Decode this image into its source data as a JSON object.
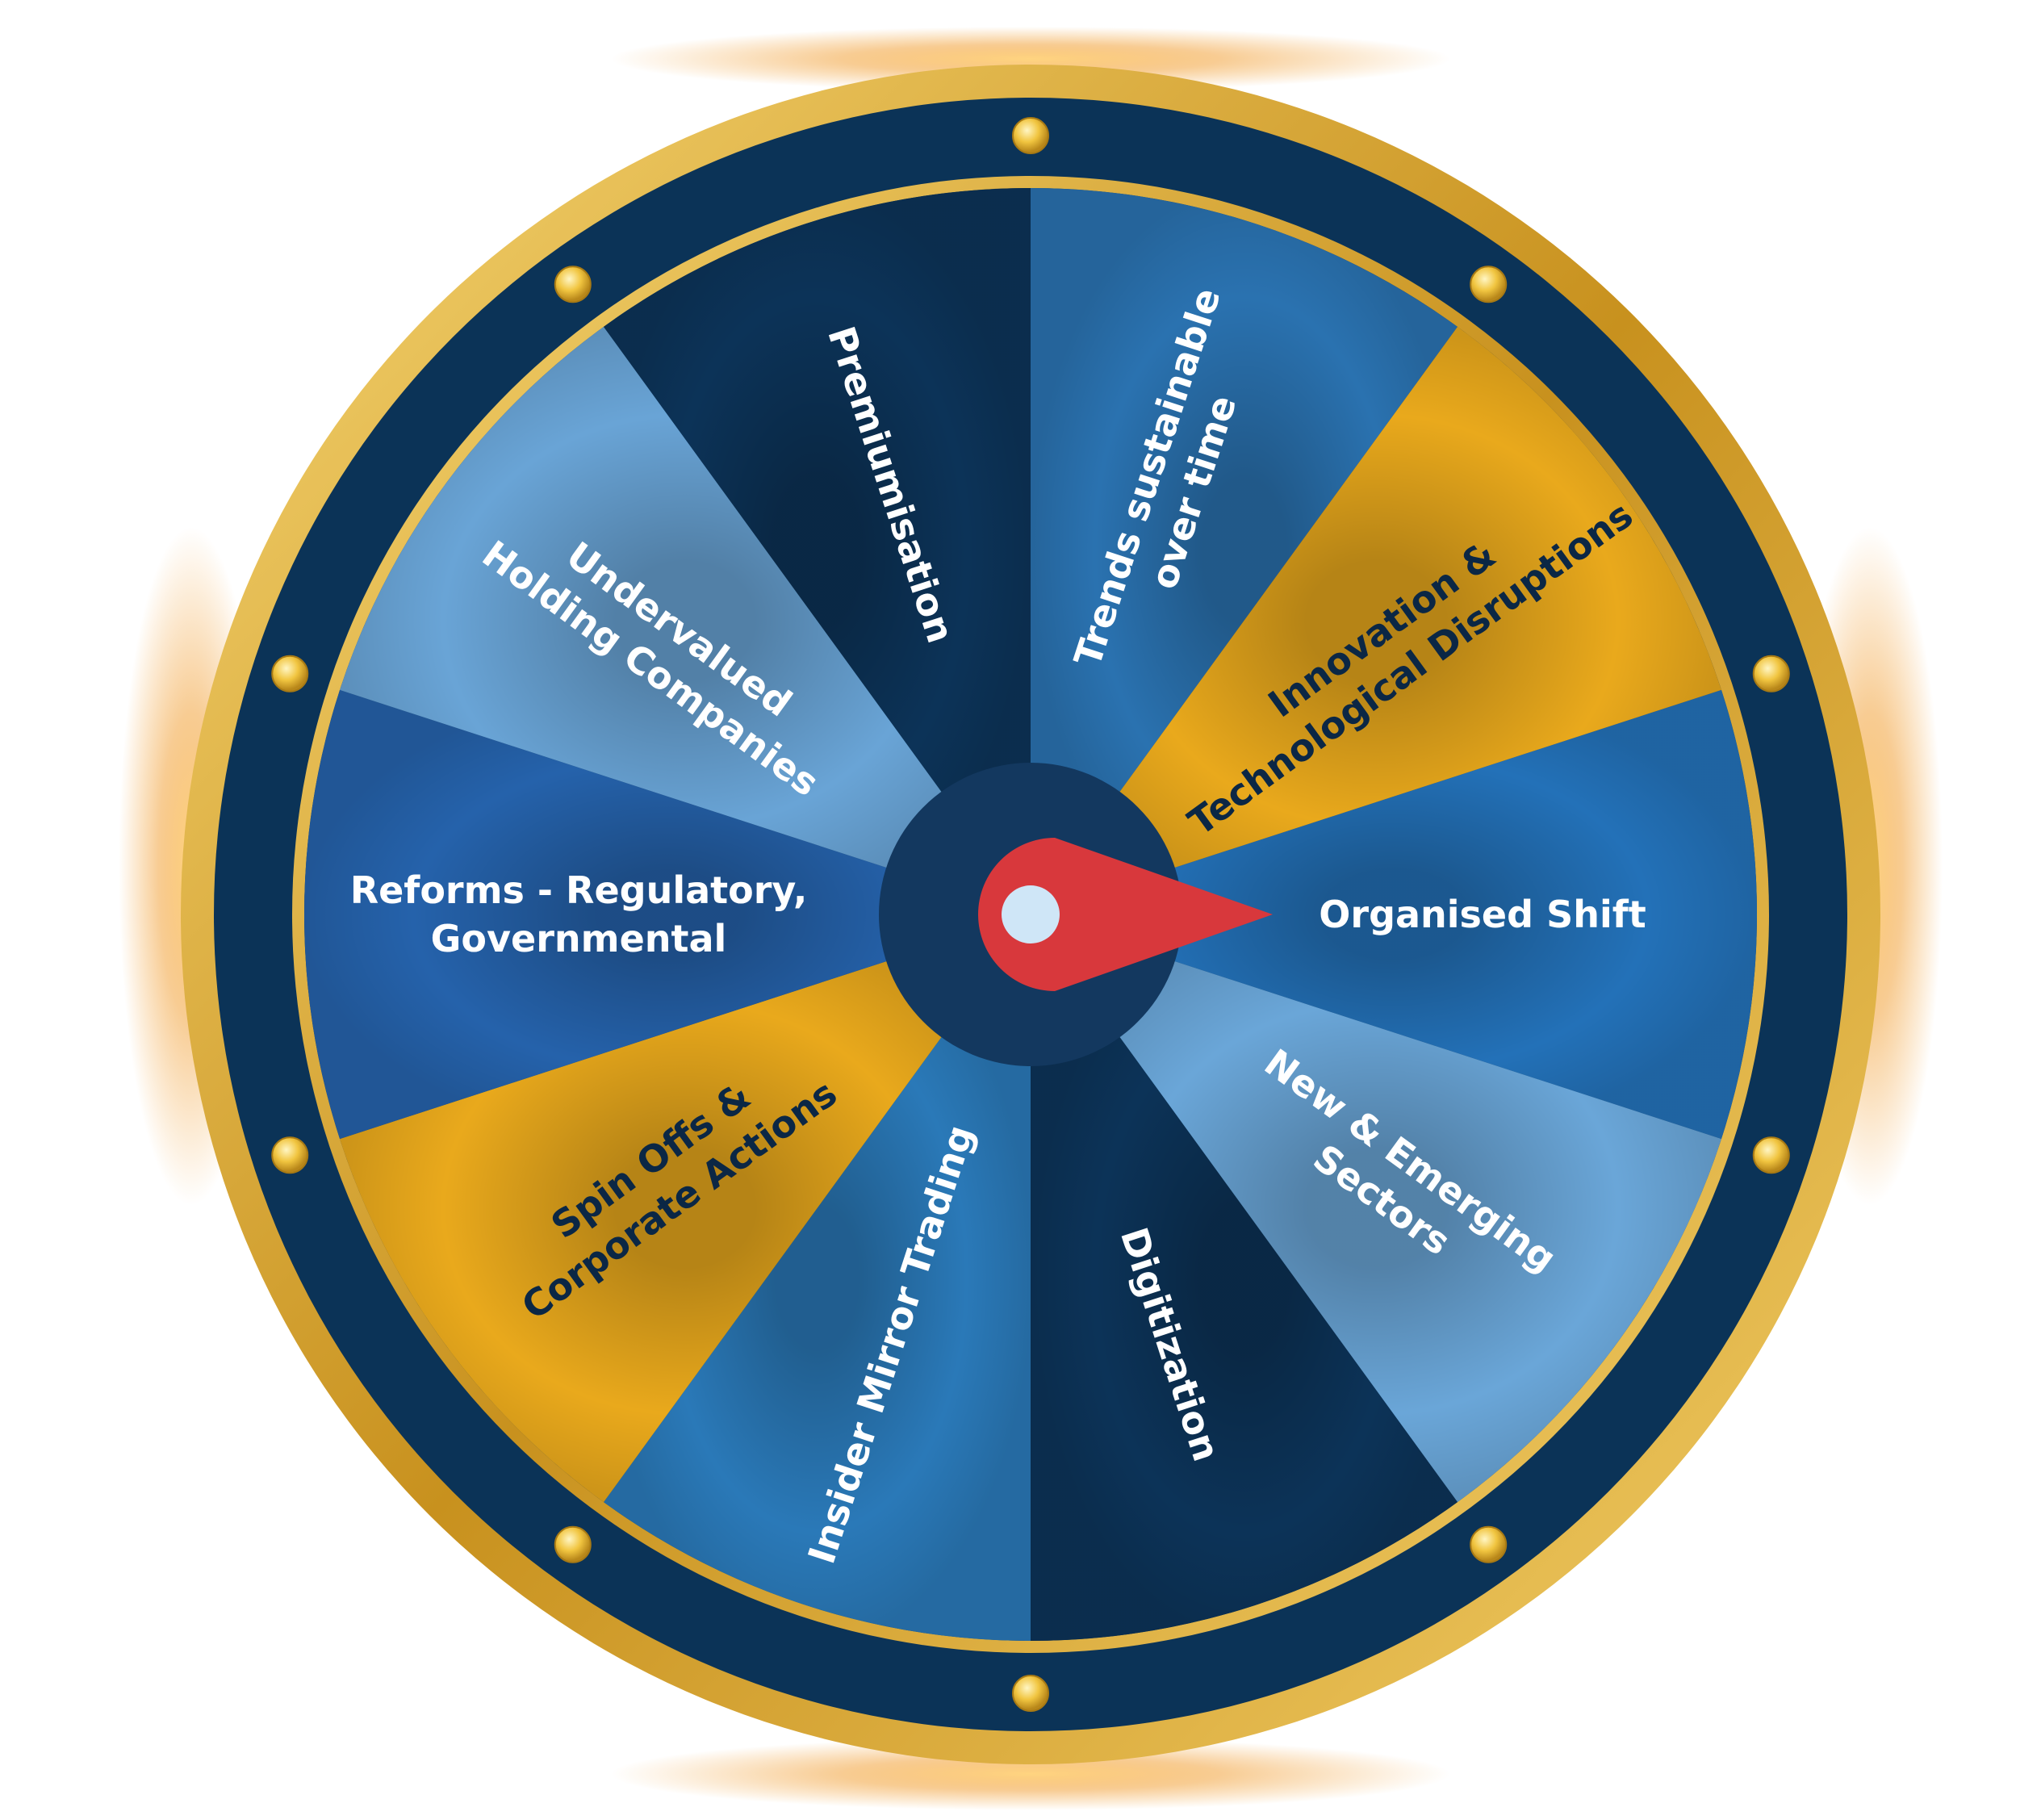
{
  "wheel": {
    "segments": [
      {
        "id": "organised-shift",
        "lines": [
          "Organised Shift"
        ],
        "fill": "#2371b8",
        "text_color": "#ffffff"
      },
      {
        "id": "new-emerging-sectors",
        "lines": [
          "New & Emerging",
          "Sectors"
        ],
        "fill": "#6aa6d8",
        "text_color": "#ffffff"
      },
      {
        "id": "digitization",
        "lines": [
          "Digitization"
        ],
        "fill": "#0c3358",
        "text_color": "#ffffff"
      },
      {
        "id": "insider-mirror-trading",
        "lines": [
          "Insider Mirror Trading"
        ],
        "fill": "#2a79b8",
        "text_color": "#ffffff"
      },
      {
        "id": "spin-offs-corporate-actions",
        "lines": [
          "Spin Offs &",
          "Corporate Actions"
        ],
        "fill": "#e9a91c",
        "text_color": "#0b2745"
      },
      {
        "id": "reforms-regulatory-governmental",
        "lines": [
          "Reforms - Regulatory,",
          "Governmental"
        ],
        "fill": "#2562ab",
        "text_color": "#ffffff"
      },
      {
        "id": "undervalued-holding-companies",
        "lines": [
          "Undervalued",
          "Holding Companies"
        ],
        "fill": "#69a4d6",
        "text_color": "#ffffff"
      },
      {
        "id": "premiumisation",
        "lines": [
          "Premiumisation"
        ],
        "fill": "#0c3358",
        "text_color": "#ffffff"
      },
      {
        "id": "trends-sustainable-over-time",
        "lines": [
          "Trends sustainable",
          "over time"
        ],
        "fill": "#2a72b0",
        "text_color": "#ffffff"
      },
      {
        "id": "innovation-technological-disruptions",
        "lines": [
          "Innovation &",
          "Technological Disruptions"
        ],
        "fill": "#e9a91c",
        "text_color": "#0b2745"
      }
    ],
    "colors": {
      "rim": "#0b3357",
      "gold": "#d9a52b",
      "hub": "#13385f",
      "pointer": "#d8383c",
      "pointer_center": "#cfe6f7"
    },
    "stud_count": 10
  }
}
